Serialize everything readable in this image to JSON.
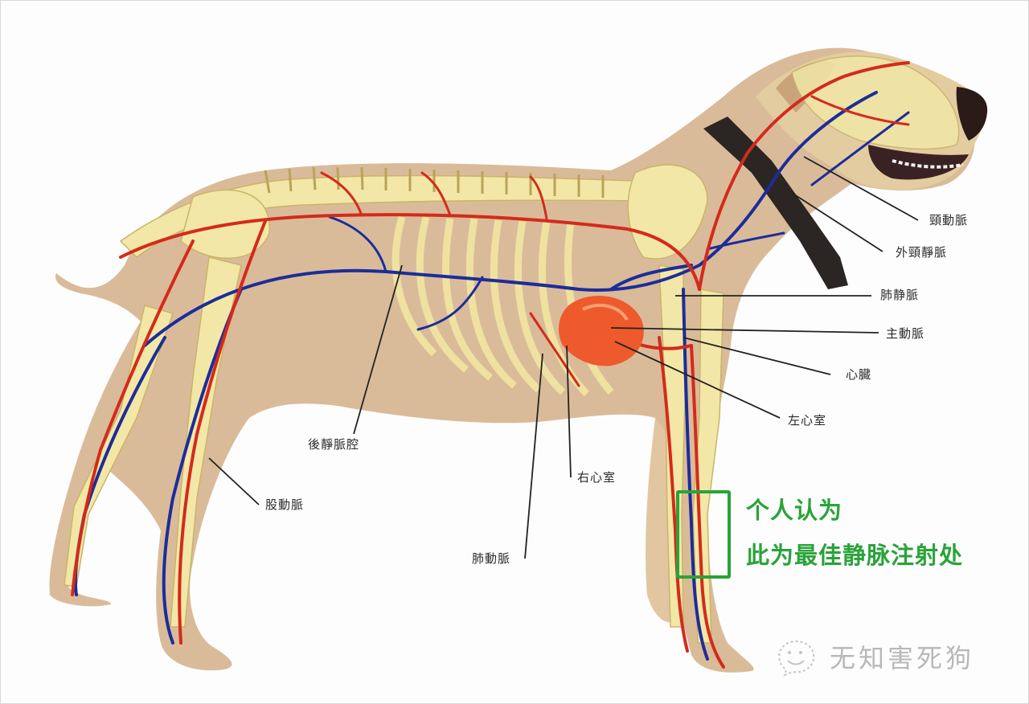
{
  "figure": {
    "subject": "Canine circulatory system (lateral view)",
    "colors": {
      "artery": "#d42a1c",
      "vein": "#1c2d9a",
      "bone": "#f2e7a6",
      "body": "#d6b48e",
      "heart": "#ef5a2c",
      "highlight": "#2aa33a",
      "label_text": "#2a2a2a",
      "watermark": "#b8b8b8"
    }
  },
  "labels": [
    {
      "id": "carotid-artery",
      "text": "頸動脈"
    },
    {
      "id": "external-jugular-vein",
      "text": "外頸靜脈"
    },
    {
      "id": "pulmonary-vein",
      "text": "肺静脈"
    },
    {
      "id": "aorta",
      "text": "主動脈"
    },
    {
      "id": "heart",
      "text": "心臓"
    },
    {
      "id": "left-ventricle",
      "text": "左心室"
    },
    {
      "id": "caudal-vena-cava",
      "text": "後靜脈腔"
    },
    {
      "id": "femoral-artery",
      "text": "股動脈"
    },
    {
      "id": "right-ventricle",
      "text": "右心室"
    },
    {
      "id": "pulmonary-artery",
      "text": "肺動脈"
    }
  ],
  "annotation": {
    "line1": "个人认为",
    "line2": "此为最佳静脉注射处"
  },
  "watermark": {
    "icon": "wechat-smile-icon",
    "text": "无知害死狗"
  }
}
